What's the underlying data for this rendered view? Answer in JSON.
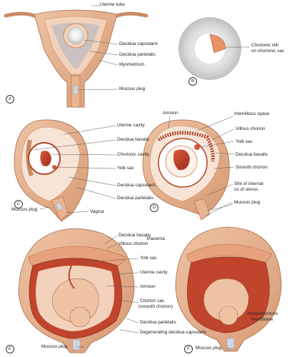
{
  "panels": {
    "A": {
      "letter": "A",
      "labels": {
        "uterine_tube": "Uterine tube",
        "decidua_capsularis": "Decidua capsularis",
        "decidua_parietalis": "Decidua parietalis",
        "myometrium": "Myometrium",
        "mucous_plug": "Mucous plug"
      }
    },
    "B": {
      "letter": "B",
      "labels": {
        "chorionic_villi_line1": "Chorionic villi",
        "chorionic_villi_line2": "on chorionic sac"
      }
    },
    "C": {
      "letter": "C",
      "labels": {
        "uterine_cavity": "Uterine cavity",
        "decidua_basalis": "Decidua basalis",
        "chorionic_cavity": "Chorionic cavity",
        "yolk_sac": "Yolk sac",
        "decidua_capsularis": "Decidua capsularis",
        "decidua_parietalis": "Decidua parietalis",
        "mucous_plug": "Mucous plug",
        "vagina": "Vagina"
      }
    },
    "D": {
      "letter": "D",
      "labels": {
        "amnion": "Amnion",
        "intervillous_space": "Intervillous space",
        "villous_chorion": "Villous chorion",
        "yolk_sac": "Yolk sac",
        "decidua_basalis": "Decidua basalis",
        "smooth_chorion": "Smooth chorion",
        "site_os_line1": "Site of internal",
        "site_os_line2": "os of uterus",
        "mucous_plug": "Mucous plug"
      }
    },
    "E": {
      "letter": "E",
      "labels": {
        "decidua_basalis": "Decidua basalis",
        "villous_chorion": "Villous chorion",
        "placenta": "Placenta",
        "yolk_sac": "Yolk sac",
        "uterine_cavity": "Uterine cavity",
        "amnion": "Amnion",
        "chorion_sac_line1": "Chorion sac",
        "chorion_sac_line2": "(smooth chorion)",
        "decidua_parietalis": "Decidua parietalis",
        "degenerating_capsularis": "Degenerating decidua capsularis",
        "mucous_plug": "Mucous plug"
      }
    },
    "F": {
      "letter": "F",
      "labels": {
        "amniochorionic_line1": "Amniochorionic",
        "amniochorionic_line2": "membrane",
        "mucous_plug": "Mucous plug"
      }
    }
  },
  "colors": {
    "myometrium": "#e9b48f",
    "uterine_wall_dark": "#c98a63",
    "decidua": "#f3d2bb",
    "embryo_red": "#c0452c",
    "cavity_light": "#f7e4d6",
    "line": "#555555"
  }
}
